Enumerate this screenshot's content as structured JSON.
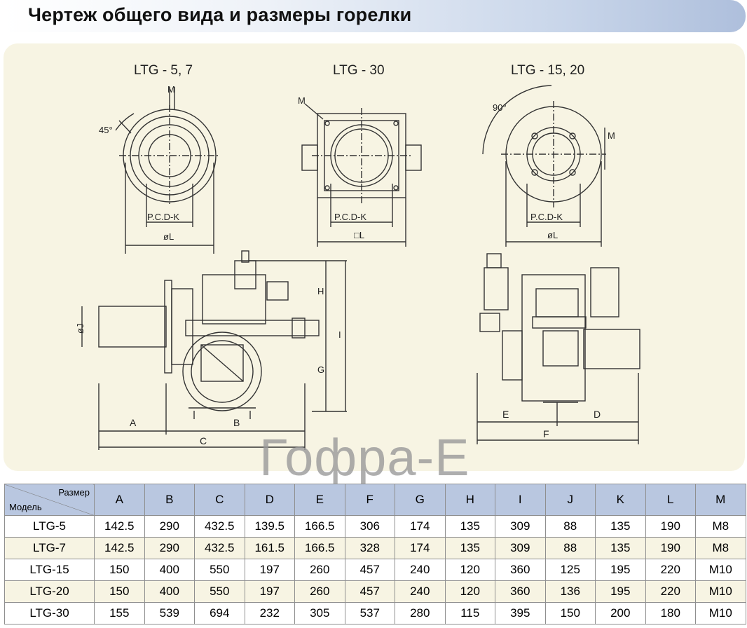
{
  "title": "Чертеж общего вида и размеры горелки",
  "drawing": {
    "labels": {
      "ltg57": "LTG - 5, 7",
      "ltg30": "LTG - 30",
      "ltg1520": "LTG - 15, 20",
      "pcd": "P.C.D-K",
      "dia_l": "øL",
      "sq_l": "□L",
      "m": "M",
      "angle45": "45°",
      "angle90": "90°",
      "dim_a": "A",
      "dim_b": "B",
      "dim_c": "C",
      "dim_d": "D",
      "dim_e": "E",
      "dim_f": "F",
      "dim_g": "G",
      "dim_h": "H",
      "dim_i": "I",
      "dim_j": "øJ"
    }
  },
  "watermark": "Гофра-Е",
  "table": {
    "corner_top": "Размер",
    "corner_bottom": "Модель",
    "columns": [
      "A",
      "B",
      "C",
      "D",
      "E",
      "F",
      "G",
      "H",
      "I",
      "J",
      "K",
      "L",
      "M"
    ],
    "rows": [
      {
        "model": "LTG-5",
        "values": [
          "142.5",
          "290",
          "432.5",
          "139.5",
          "166.5",
          "306",
          "174",
          "135",
          "309",
          "88",
          "135",
          "190",
          "M8"
        ]
      },
      {
        "model": "LTG-7",
        "values": [
          "142.5",
          "290",
          "432.5",
          "161.5",
          "166.5",
          "328",
          "174",
          "135",
          "309",
          "88",
          "135",
          "190",
          "M8"
        ]
      },
      {
        "model": "LTG-15",
        "values": [
          "150",
          "400",
          "550",
          "197",
          "260",
          "457",
          "240",
          "120",
          "360",
          "125",
          "195",
          "220",
          "M10"
        ]
      },
      {
        "model": "LTG-20",
        "values": [
          "150",
          "400",
          "550",
          "197",
          "260",
          "457",
          "240",
          "120",
          "360",
          "136",
          "195",
          "220",
          "M10"
        ]
      },
      {
        "model": "LTG-30",
        "values": [
          "155",
          "539",
          "694",
          "232",
          "305",
          "537",
          "280",
          "115",
          "395",
          "150",
          "200",
          "180",
          "M10"
        ]
      }
    ]
  }
}
